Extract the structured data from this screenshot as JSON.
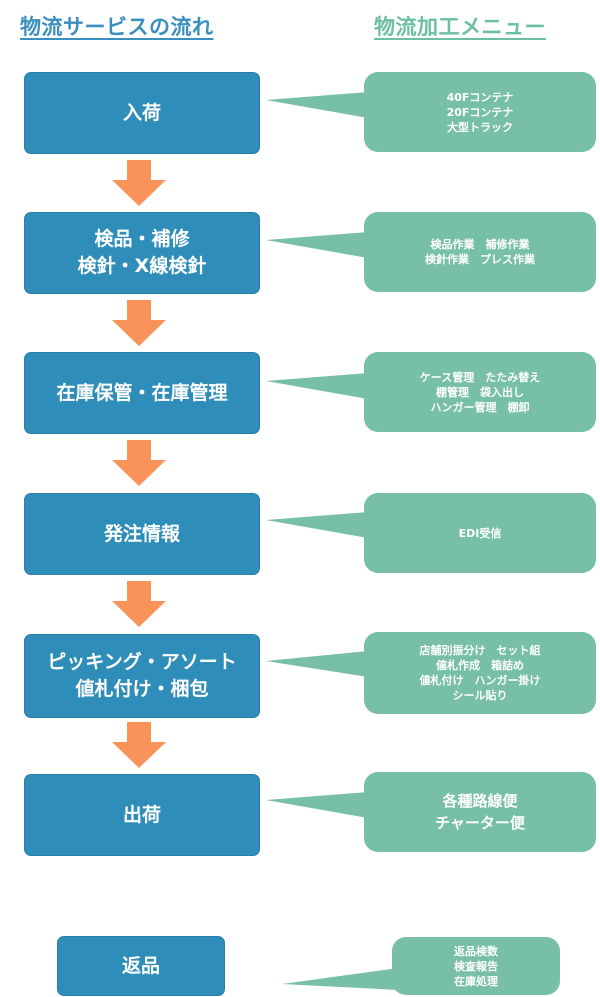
{
  "headings": {
    "flow": "物流サービスの流れ",
    "menu": "物流加工メニュー"
  },
  "colors": {
    "flow_box": "#2f8db9",
    "callout": "#77bfa6",
    "arrow": "#f9935a",
    "heading_flow": "#3a8fbf",
    "heading_menu": "#6cbfa0"
  },
  "steps": [
    {
      "lines": [
        "入荷"
      ],
      "menu": [
        "40Fコンテナ",
        "20Fコンテナ",
        "大型トラック"
      ]
    },
    {
      "lines": [
        "検品・補修",
        "検針・X線検針"
      ],
      "menu": [
        "検品作業　補修作業",
        "検針作業　プレス作業"
      ]
    },
    {
      "lines": [
        "在庫保管・在庫管理"
      ],
      "menu": [
        "ケース管理　たたみ替え",
        "棚管理　袋入出し",
        "ハンガー管理　棚卸"
      ]
    },
    {
      "lines": [
        "発注情報"
      ],
      "menu": [
        "EDI受信"
      ]
    },
    {
      "lines": [
        "ピッキング・アソート",
        "値札付け・梱包"
      ],
      "menu": [
        "店舗別振分け　セット組",
        "値札作成　箱詰め",
        "値札付け　ハンガー掛け",
        "シール貼り"
      ]
    },
    {
      "lines": [
        "出荷"
      ],
      "menu": [
        "各種路線便",
        "チャーター便"
      ]
    }
  ],
  "returns": {
    "lines": [
      "返品"
    ],
    "menu": [
      "返品検数",
      "検査報告",
      "在庫処理"
    ]
  }
}
